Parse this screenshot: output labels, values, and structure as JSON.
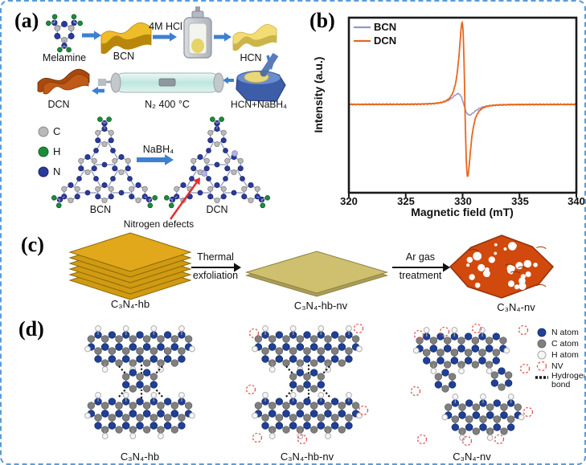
{
  "figure": {
    "border_color": "#5b9bd5",
    "background": "#ffffff"
  },
  "panel_a": {
    "label": "(a)",
    "melamine": "Melamine",
    "bcn": "BCN",
    "hcl": "4M HCl",
    "hcn": "HCN",
    "dcn": "DCN",
    "furnace": "N₂ 400 °C",
    "mortar": "HCN+NaBH₄",
    "atom_legend": [
      {
        "symbol": "C",
        "color": "#b9b9b9"
      },
      {
        "symbol": "H",
        "color": "#1e8b3a"
      },
      {
        "symbol": "N",
        "color": "#2a3a9c"
      }
    ],
    "reagent": "NaBH₄",
    "struct_left": "BCN",
    "struct_right": "DCN",
    "defect_note": "Nitrogen defects",
    "defect_color": "#b5b3e6",
    "arrow_color": "#3f7fd0"
  },
  "panel_b": {
    "label": "(b)"
  },
  "chart_data": {
    "type": "line",
    "title": "",
    "xlabel": "Magnetic field (mT)",
    "ylabel": "Intensity (a.u.)",
    "xlim": [
      320,
      340
    ],
    "xticks": [
      320,
      325,
      330,
      335,
      340
    ],
    "grid": false,
    "legend_position": "top-left",
    "frame_color": "#1a1a1a",
    "baseline_rel": 0.0,
    "series": [
      {
        "name": "BCN",
        "color": "#9696c8",
        "shape": "lorentzian_derivative",
        "center_mT": 330.1,
        "halfwidth_mT": 0.85,
        "peak_rel": 0.13,
        "dip_rel": -0.13
      },
      {
        "name": "DCN",
        "color": "#e8661c",
        "shape": "lorentzian_derivative",
        "center_mT": 330.2,
        "halfwidth_mT": 0.42,
        "peak_rel": 1.0,
        "dip_rel": -0.88
      }
    ]
  },
  "panel_c": {
    "label": "(c)",
    "step1": "C₃N₄-hb",
    "arrow1_line1": "Thermal",
    "arrow1_line2": "exfoliation",
    "step2": "C₃N₄-hb-nv",
    "arrow2_line1": "Ar gas",
    "arrow2_line2": "treatment",
    "step3": "C₃N₄-nv",
    "colors": {
      "stack": "#e2a81b",
      "flat": "#cec06f",
      "mesh": "#d1490c"
    }
  },
  "panel_d": {
    "label": "(d)",
    "structures": [
      {
        "name": "C₃N₄-hb",
        "nv_count": 0,
        "hydrogen_bonds": true
      },
      {
        "name": "C₃N₄-hb-nv",
        "nv_count": 6,
        "hydrogen_bonds": true
      },
      {
        "name": "C₃N₄-nv",
        "nv_count": 10,
        "hydrogen_bonds": false
      }
    ],
    "legend": [
      {
        "label": "N atom",
        "kind": "atom",
        "color": "#1f4096"
      },
      {
        "label": "C atom",
        "kind": "atom",
        "color": "#7f7f7f"
      },
      {
        "label": "H atom",
        "kind": "atom",
        "color": "#f5f5f5"
      },
      {
        "label": "NV",
        "kind": "vacancy",
        "color": "#e05858"
      },
      {
        "label": "Hydrogen bond",
        "kind": "dash",
        "color": "#111111"
      }
    ],
    "atom_colors": {
      "N": "#1f4096",
      "C": "#7f7f7f",
      "H": "#f5f5f5"
    }
  }
}
